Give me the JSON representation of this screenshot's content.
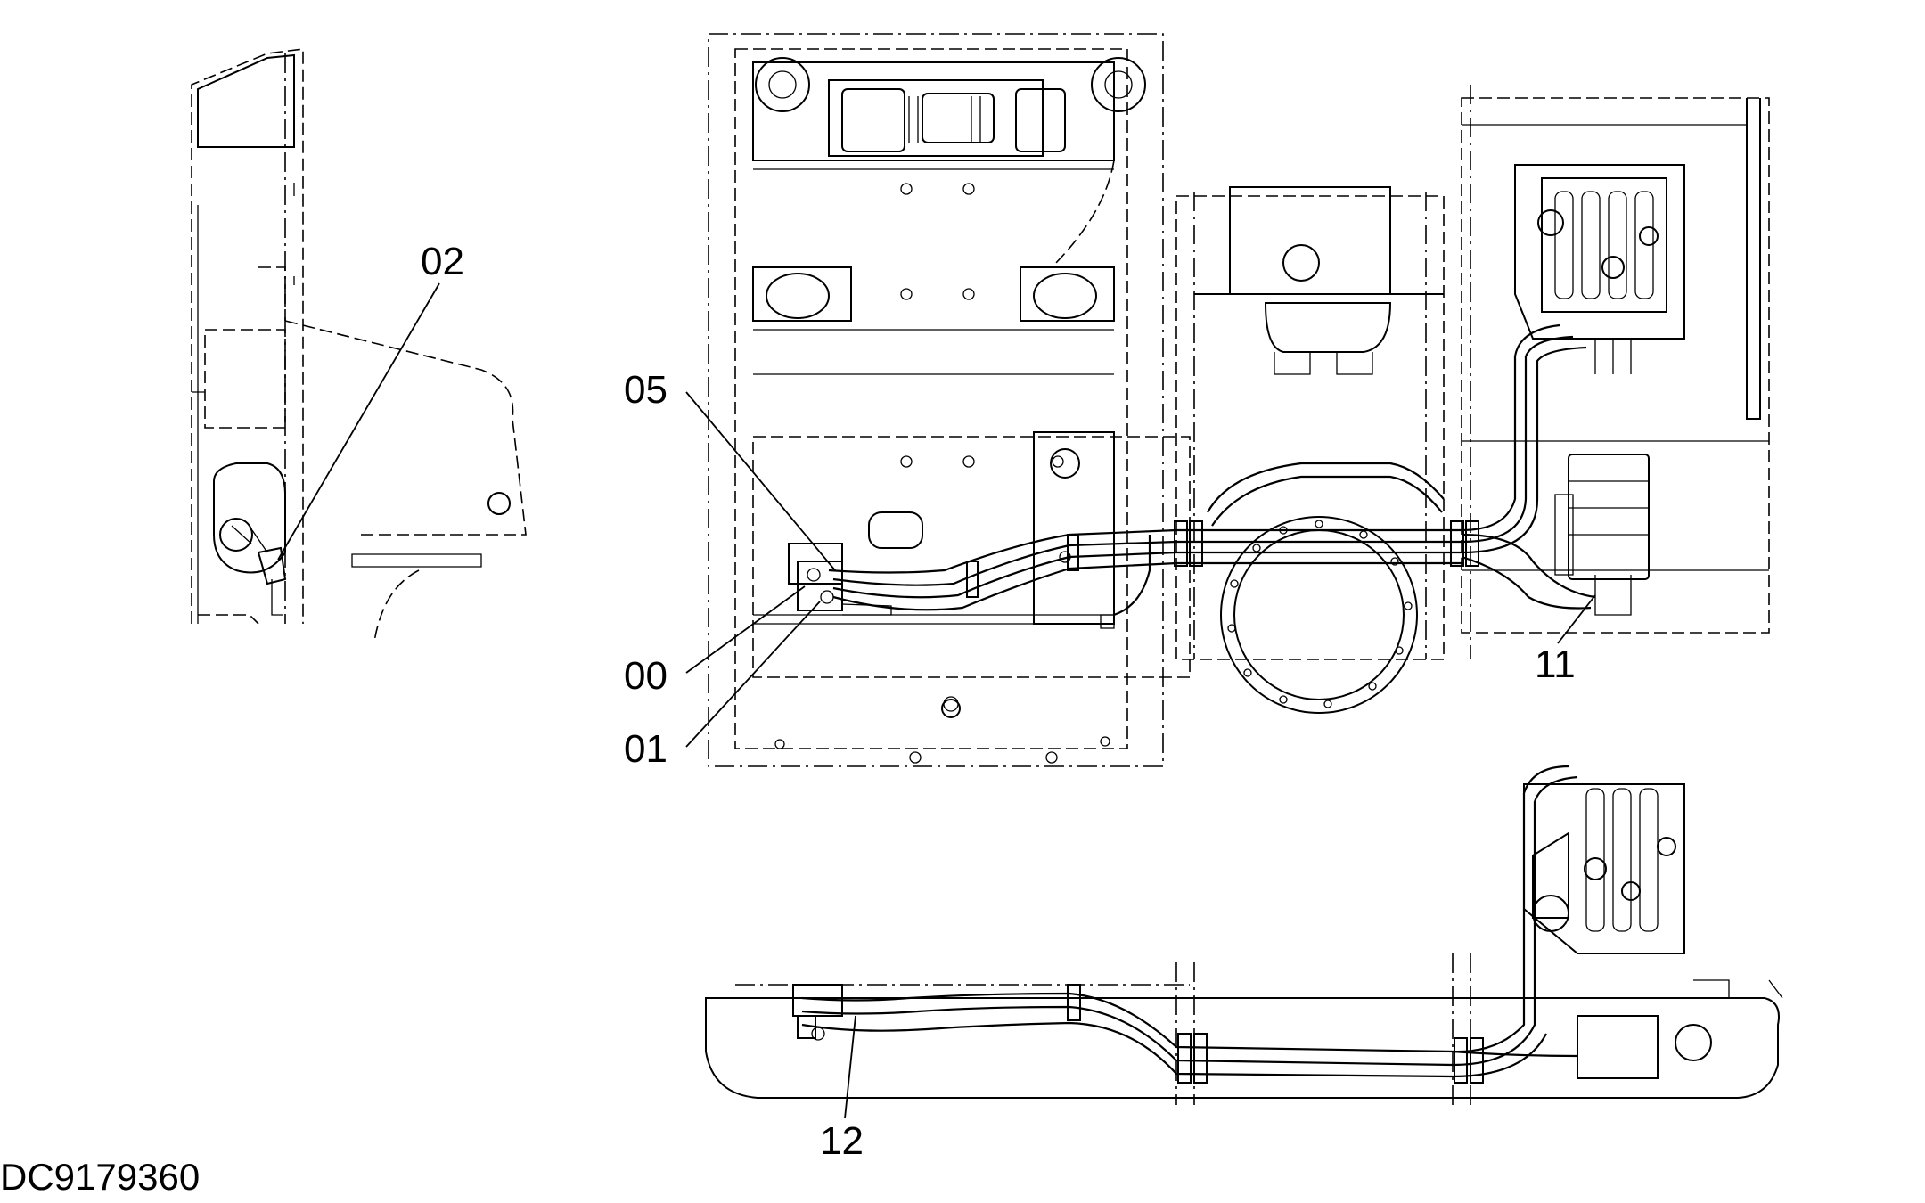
{
  "labels": {
    "l02": "02",
    "l05": "05",
    "l00": "00",
    "l01": "01",
    "l11": "11",
    "l12": "12"
  },
  "doc_id": "DC9179360"
}
